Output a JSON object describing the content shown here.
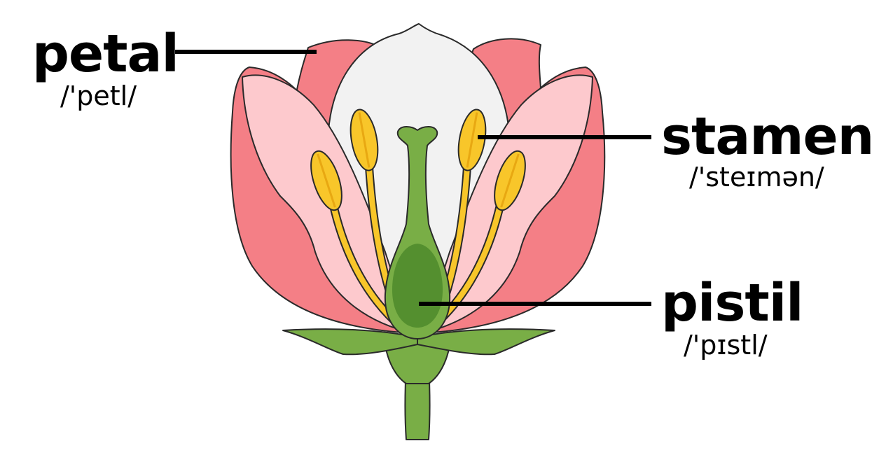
{
  "labels": {
    "petal": {
      "term": "petal",
      "pronunciation": "/'petl/"
    },
    "stamen": {
      "term": "stamen",
      "pronunciation": "/'steɪmən/"
    },
    "pistil": {
      "term": "pistil",
      "pronunciation": "/'pɪstl/"
    }
  },
  "colors": {
    "petal_dark": "#f47f86",
    "petal_light": "#fdc9cd",
    "petal_center": "#f2f2f2",
    "stamen_yellow": "#f8c62a",
    "stamen_shade": "#e8a812",
    "pistil_green": "#79ae46",
    "ovary_green": "#548f2f",
    "outline": "#2a2a2a"
  }
}
